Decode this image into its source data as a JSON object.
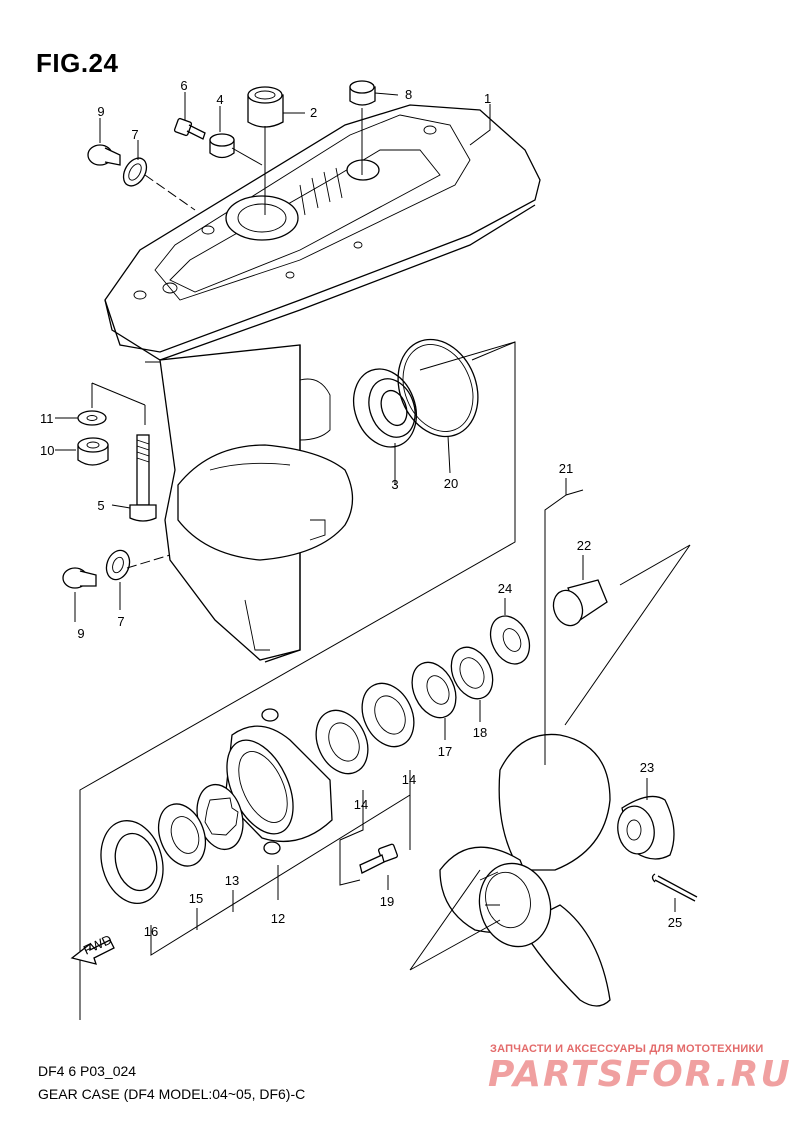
{
  "figure": {
    "title": "FIG.24",
    "code": "DF4 6 P03_024",
    "description": "GEAR CASE (DF4 MODEL:04~05, DF6)-C"
  },
  "watermark": {
    "subtitle": "ЗАПЧАСТИ И АКСЕССУАРЫ ДЛЯ МОТОТЕХНИКИ",
    "logo": "PARTSFOR.RU"
  },
  "direction_arrow": {
    "label": "FWD"
  },
  "callouts": {
    "c1": "1",
    "c2": "2",
    "c3": "3",
    "c4": "4",
    "c5": "5",
    "c6": "6",
    "c7a": "7",
    "c7b": "7",
    "c8": "8",
    "c9a": "9",
    "c9b": "9",
    "c10": "10",
    "c11": "11",
    "c12": "12",
    "c13": "13",
    "c14a": "14",
    "c14b": "14",
    "c15": "15",
    "c16": "16",
    "c17": "17",
    "c18": "18",
    "c19": "19",
    "c20": "20",
    "c21": "21",
    "c22": "22",
    "c23": "23",
    "c24": "24",
    "c25": "25"
  }
}
